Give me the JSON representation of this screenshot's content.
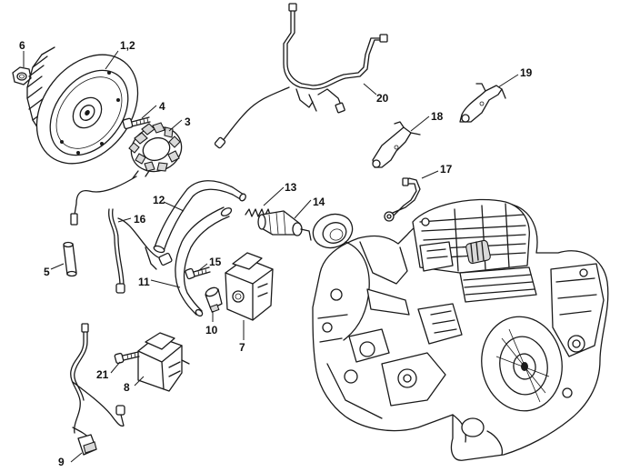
{
  "diagram": {
    "watermark": "",
    "callouts": [
      {
        "id": "c6",
        "label": "6"
      },
      {
        "id": "c12b",
        "label": "1,2"
      },
      {
        "id": "c4",
        "label": "4"
      },
      {
        "id": "c3",
        "label": "3"
      },
      {
        "id": "c20",
        "label": "20"
      },
      {
        "id": "c19",
        "label": "19"
      },
      {
        "id": "c18",
        "label": "18"
      },
      {
        "id": "c17",
        "label": "17"
      },
      {
        "id": "c13",
        "label": "13"
      },
      {
        "id": "c14",
        "label": "14"
      },
      {
        "id": "c12",
        "label": "12"
      },
      {
        "id": "c16",
        "label": "16"
      },
      {
        "id": "c5",
        "label": "5"
      },
      {
        "id": "c15",
        "label": "15"
      },
      {
        "id": "c11",
        "label": "11"
      },
      {
        "id": "c10",
        "label": "10"
      },
      {
        "id": "c7",
        "label": "7"
      },
      {
        "id": "c21",
        "label": "21"
      },
      {
        "id": "c8",
        "label": "8"
      },
      {
        "id": "c9",
        "label": "9"
      }
    ]
  }
}
